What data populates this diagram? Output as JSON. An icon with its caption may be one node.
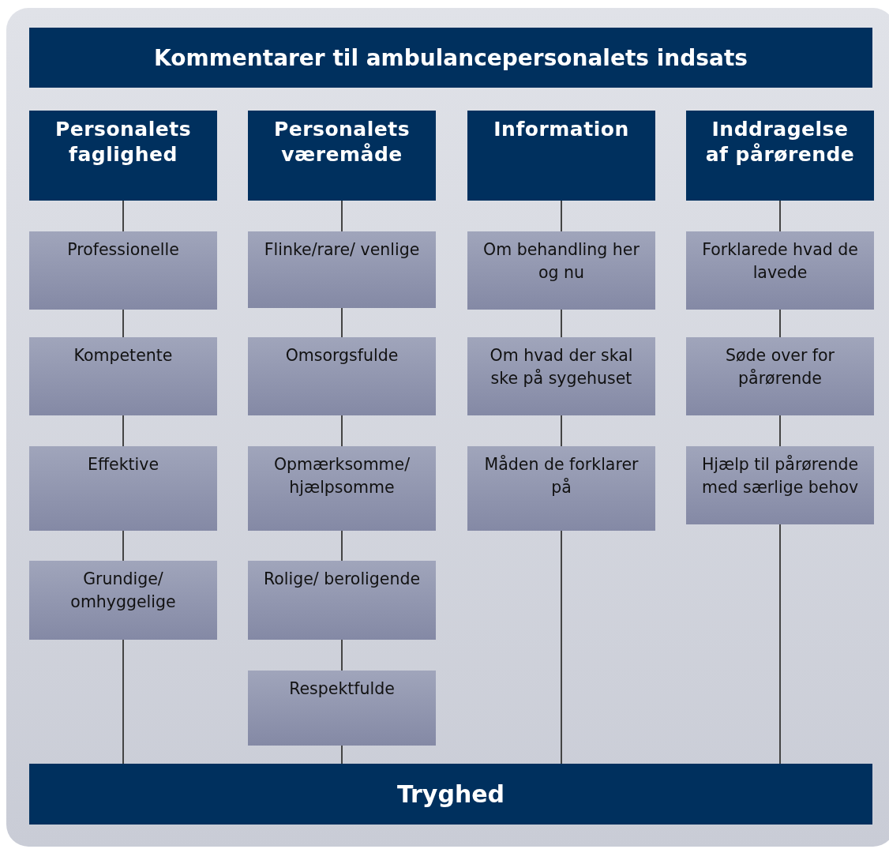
{
  "diagram": {
    "nodes": [
      {
        "text": [
          "Kommentarer til ambulancepersonalets indsats"
        ]
      },
      {
        "text": [
          "Personalets faglighed"
        ]
      },
      {
        "text": [
          "Professionelle"
        ]
      },
      {
        "text": [
          "Kompetente"
        ]
      },
      {
        "text": [
          "Effektive"
        ]
      },
      {
        "text": [
          "Grundige/ omhyggelige"
        ]
      },
      {
        "text": [
          "Personalets væremåde"
        ]
      },
      {
        "text": [
          "Flinke/rare/ venlige"
        ]
      },
      {
        "text": [
          "Omsorgsfulde"
        ]
      },
      {
        "text": [
          "Opmærksomme/ hjælpsomme"
        ]
      },
      {
        "text": [
          "Rolige/ beroligende"
        ]
      },
      {
        "text": [
          "Respektfulde"
        ]
      },
      {
        "text": [
          "Information"
        ]
      },
      {
        "text": [
          "Om behandling her og nu"
        ]
      },
      {
        "text": [
          "Om hvad der skal ske på sygehuset"
        ]
      },
      {
        "text": [
          "Måden de forklarer på"
        ]
      },
      {
        "text": [
          "Inddragelse af pårørende"
        ]
      },
      {
        "text": [
          "Forklarede hvad de lavede"
        ]
      },
      {
        "text": [
          "Søde over for pårørende"
        ]
      },
      {
        "text": [
          "Hjælp til pårørende med særlige behov"
        ]
      },
      {
        "text": [
          "Tryghed"
        ]
      }
    ],
    "edges": [
      {
        "from": 1,
        "to": 2,
        "arrow": "none"
      },
      {
        "from": 2,
        "to": 3,
        "arrow": "none"
      },
      {
        "from": 3,
        "to": 4,
        "arrow": "none"
      },
      {
        "from": 4,
        "to": 5,
        "arrow": "none"
      },
      {
        "from": 5,
        "to": 20,
        "arrow": "none"
      },
      {
        "from": 6,
        "to": 7,
        "arrow": "none"
      },
      {
        "from": 7,
        "to": 8,
        "arrow": "none"
      },
      {
        "from": 8,
        "to": 9,
        "arrow": "none"
      },
      {
        "from": 9,
        "to": 10,
        "arrow": "none"
      },
      {
        "from": 10,
        "to": 11,
        "arrow": "none"
      },
      {
        "from": 11,
        "to": 20,
        "arrow": "none"
      },
      {
        "from": 12,
        "to": 13,
        "arrow": "none"
      },
      {
        "from": 13,
        "to": 14,
        "arrow": "none"
      },
      {
        "from": 14,
        "to": 15,
        "arrow": "none"
      },
      {
        "from": 15,
        "to": 20,
        "arrow": "none"
      },
      {
        "from": 16,
        "to": 17,
        "arrow": "none"
      },
      {
        "from": 17,
        "to": 18,
        "arrow": "none"
      },
      {
        "from": 18,
        "to": 19,
        "arrow": "none"
      },
      {
        "from": 19,
        "to": 20,
        "arrow": "none"
      }
    ]
  }
}
